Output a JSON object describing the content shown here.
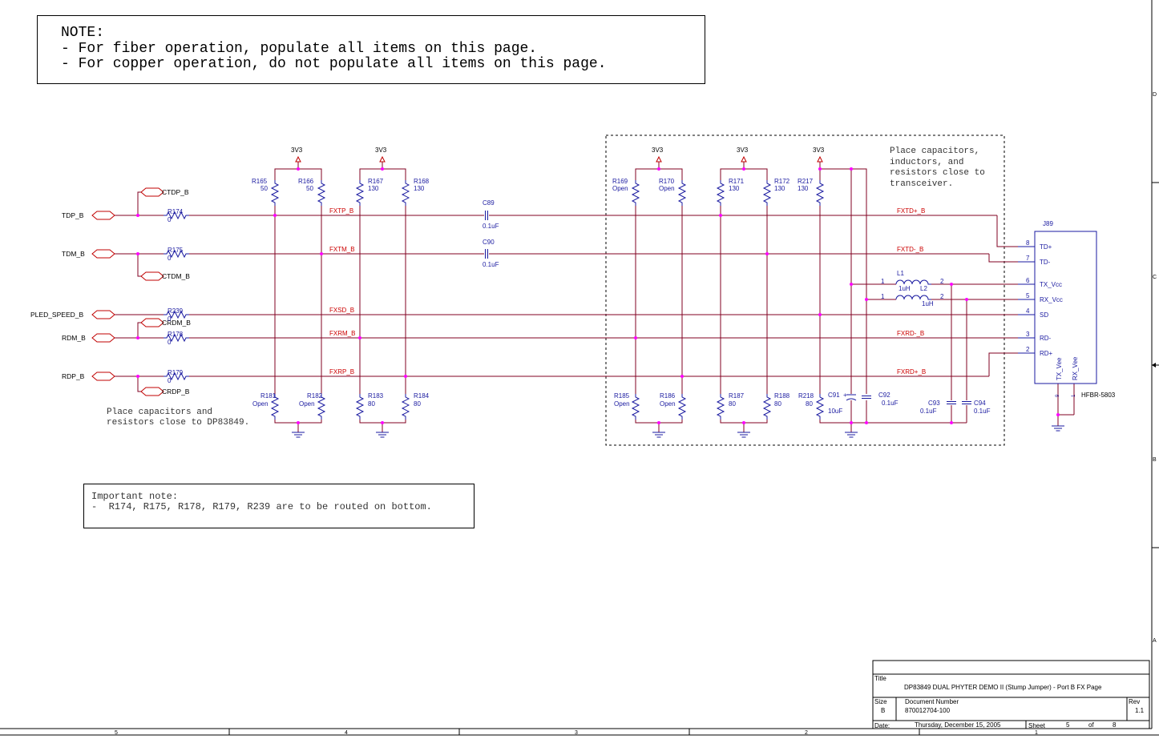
{
  "note_main": {
    "line1": "NOTE:",
    "line2": "- For fiber operation, populate all items on this page.",
    "line3": "- For copper operation, do not populate all items on this page."
  },
  "note_important": {
    "line1": "Important note:",
    "line2": "-  R174, R175, R178, R179, R239 are to be routed on bottom."
  },
  "annotations": {
    "place_left_1": "Place capacitors and",
    "place_left_2": "resistors close to DP83849.",
    "place_right_1": "Place capacitors,",
    "place_right_2": "inductors, and",
    "place_right_3": "resistors close to",
    "place_right_4": "transceiver."
  },
  "ports": {
    "tdp": "TDP_B",
    "tdm": "TDM_B",
    "pled": "PLED_SPEED_B",
    "rdm": "RDM_B",
    "rdp": "RDP_B",
    "ctdp": "CTDP_B",
    "ctdm": "CTDM_B",
    "crdm": "CRDM_B",
    "crdp": "CRDP_B"
  },
  "nets": {
    "fxtp": "FXTP_B",
    "fxtm": "FXTM_B",
    "fxsd": "FXSD_B",
    "fxrm": "FXRM_B",
    "fxrp": "FXRP_B",
    "fxtdp": "FXTD+_B",
    "fxtdm": "FXTD-_B",
    "fxrdm": "FXRD-_B",
    "fxrdp": "FXRD+_B"
  },
  "power_label": "3V3",
  "series_resistors": {
    "r174": "R174",
    "r175": "R175",
    "r239": "R239",
    "r178": "R178",
    "r179": "R179",
    "val": "0"
  },
  "resistors": {
    "r165": "R165",
    "r165_v": "50",
    "r166": "R166",
    "r166_v": "50",
    "r167": "R167",
    "r167_v": "130",
    "r168": "R168",
    "r168_v": "130",
    "r169": "R169",
    "r169_v": "Open",
    "r170": "R170",
    "r170_v": "Open",
    "r171": "R171",
    "r171_v": "130",
    "r172": "R172",
    "r172_v": "130",
    "r217": "R217",
    "r217_v": "130",
    "r181": "R181",
    "r181_v": "Open",
    "r182": "R182",
    "r182_v": "Open",
    "r183": "R183",
    "r183_v": "80",
    "r184": "R184",
    "r184_v": "80",
    "r185": "R185",
    "r185_v": "Open",
    "r186": "R186",
    "r186_v": "Open",
    "r187": "R187",
    "r187_v": "80",
    "r188": "R188",
    "r188_v": "80",
    "r218": "R218",
    "r218_v": "80"
  },
  "capacitors": {
    "c89": "C89",
    "c89_v": "0.1uF",
    "c90": "C90",
    "c90_v": "0.1uF",
    "c91": "C91",
    "c91_v": "10uF",
    "c91_plus": "+",
    "c92": "C92",
    "c92_v": "0.1uF",
    "c93": "C93",
    "c93_v": "0.1uF",
    "c94": "C94",
    "c94_v": "0.1uF"
  },
  "inductors": {
    "l1": "L1",
    "l1_v": "1uH",
    "l2": "L2",
    "l2_v": "1uH",
    "pin1": "1",
    "pin2": "2"
  },
  "connector": {
    "ref": "J89",
    "part": "HFBR-5803",
    "pins": [
      {
        "num": "8",
        "name": "TD+"
      },
      {
        "num": "7",
        "name": "TD-"
      },
      {
        "num": "6",
        "name": "TX_Vcc"
      },
      {
        "num": "5",
        "name": "RX_Vcc"
      },
      {
        "num": "4",
        "name": "SD"
      },
      {
        "num": "3",
        "name": "RD-"
      },
      {
        "num": "2",
        "name": "RD+"
      }
    ],
    "vee_tx": "TX_Vee",
    "vee_rx": "RX_Vee",
    "vee_pin_a": "9",
    "vee_pin_b": "1"
  },
  "title_block": {
    "title_label": "Title",
    "title": "DP83849 DUAL PHYTER DEMO II (Stump Jumper) - Port B FX Page",
    "size_label": "Size",
    "size": "B",
    "docnum_label": "Document Number",
    "docnum": "870012704-100",
    "rev_label": "Rev",
    "rev": "1.1",
    "date_label": "Date:",
    "date": "Thursday, December 15, 2005",
    "sheet_label": "Sheet",
    "sheet": "5",
    "of_label": "of",
    "of": "8"
  },
  "border": {
    "cols": [
      "5",
      "4",
      "3",
      "2",
      "1"
    ],
    "rows": [
      "D",
      "C",
      "B",
      "A"
    ]
  },
  "colors": {
    "net": "#800020",
    "component": "#1a1aa0",
    "net_label": "#cc0000",
    "junction": "#ff00ff",
    "text": "#000000"
  }
}
